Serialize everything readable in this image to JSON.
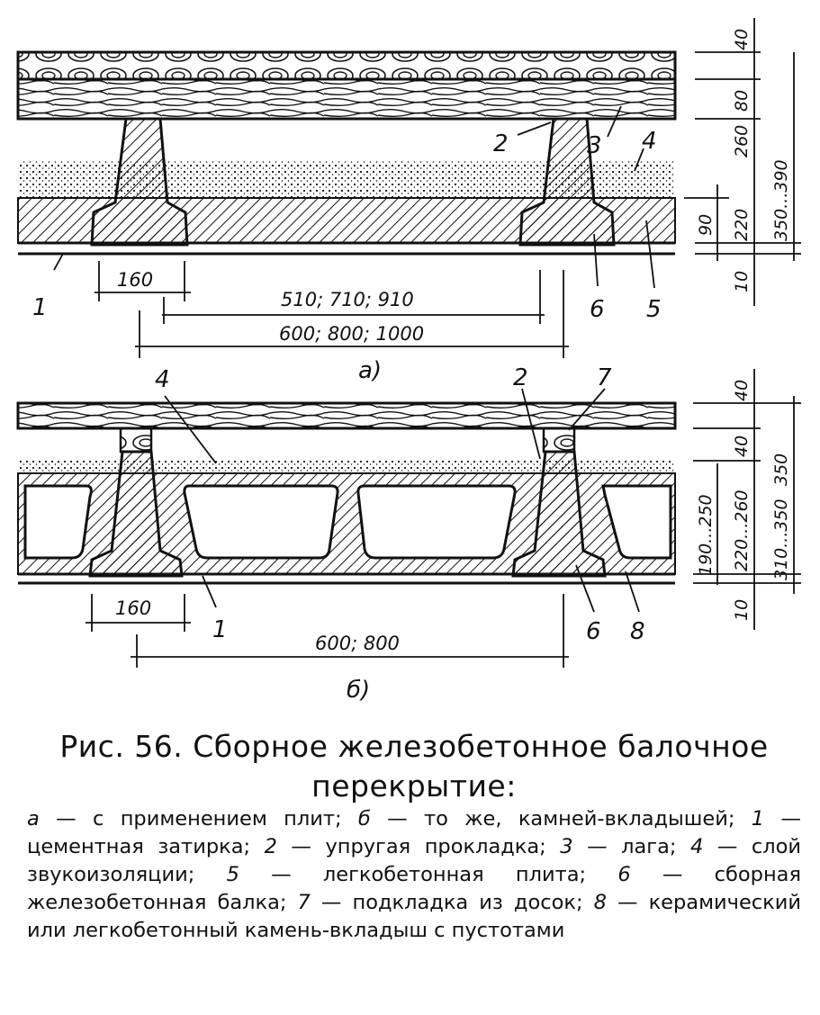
{
  "figure": {
    "title_line1": "Рис. 56. Сборное железобетонное балочное",
    "title_line2": "перекрытие:",
    "legend": [
      {
        "key": "а",
        "text": "с применением плит;"
      },
      {
        "key": "б",
        "text": "то же, камней-вкладышей;"
      },
      {
        "key": "1",
        "text": "цементная затирка;"
      },
      {
        "key": "2",
        "text": "упругая прокладка;"
      },
      {
        "key": "3",
        "text": "лага;"
      },
      {
        "key": "4",
        "text": "слой звукоизоляции;"
      },
      {
        "key": "5",
        "text": "легкобетонная плита;"
      },
      {
        "key": "6",
        "text": "сборная железобетонная балка;"
      },
      {
        "key": "7",
        "text": "подкладка из досок;"
      },
      {
        "key": "8",
        "text": "керамический или легкобетонный камень-вкладыш с пустотами"
      }
    ]
  },
  "section_a": {
    "label": "а)",
    "callouts": {
      "c1": "1",
      "c2": "2",
      "c3": "3",
      "c4": "4",
      "c5": "5",
      "c6": "6"
    },
    "dims": {
      "width_160": "160",
      "span_inner": "510; 710; 910",
      "span_outer": "600; 800; 1000",
      "h40": "40",
      "h80": "80",
      "h260": "260",
      "h90": "90",
      "h220": "220",
      "h10": "10",
      "h350": "350...390"
    }
  },
  "section_b": {
    "label": "б)",
    "callouts": {
      "c1": "1",
      "c2": "2",
      "c4": "4",
      "c6": "6",
      "c7": "7",
      "c8": "8"
    },
    "dims": {
      "width_160": "160",
      "span": "600; 800",
      "h40": "40",
      "h40b": "40",
      "h260": "220...260",
      "h250": "190...250",
      "h10": "10",
      "h350": "350",
      "h310": "310...350"
    }
  },
  "colors": {
    "ink": "#111111",
    "paper": "#ffffff"
  }
}
